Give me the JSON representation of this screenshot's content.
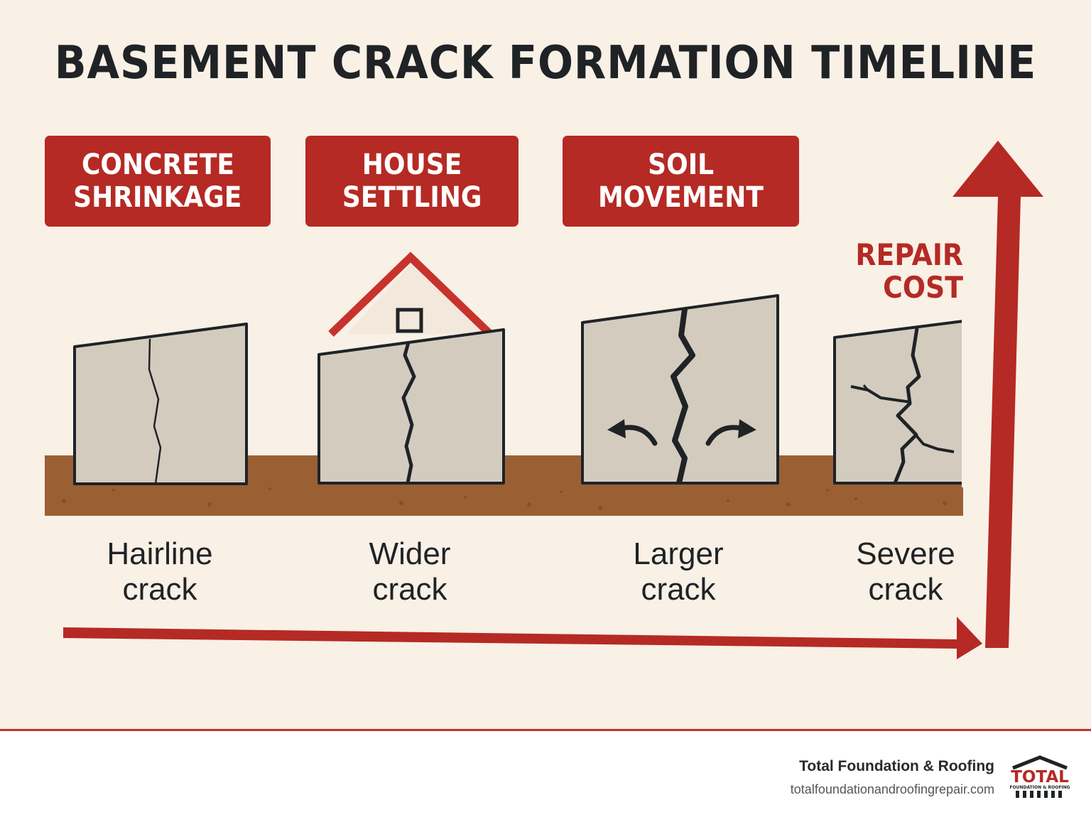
{
  "title": "BASEMENT CRACK FORMATION TIMELINE",
  "causes": [
    {
      "line1": "CONCRETE",
      "line2": "SHRINKAGE"
    },
    {
      "line1": "HOUSE",
      "line2": "SETTLING"
    },
    {
      "line1": "SOIL",
      "line2": "MOVEMENT"
    }
  ],
  "repair_cost": {
    "line1": "REPAIR",
    "line2": "COST"
  },
  "stages": [
    {
      "line1": "Hairline",
      "line2": "crack"
    },
    {
      "line1": "Wider",
      "line2": "crack"
    },
    {
      "line1": "Larger",
      "line2": "crack"
    },
    {
      "line1": "Severe",
      "line2": "crack"
    }
  ],
  "footer": {
    "company": "Total Foundation & Roofing",
    "url": "totalfoundationandroofingrepair.com",
    "logo_text": "TOTAL",
    "logo_subtext": "FOUNDATION & ROOFING"
  },
  "colors": {
    "background": "#f9f0e6",
    "accent_red": "#b52a24",
    "soil": "#9a6034",
    "wall": "#d4cbbf",
    "text_dark": "#1f2326"
  }
}
